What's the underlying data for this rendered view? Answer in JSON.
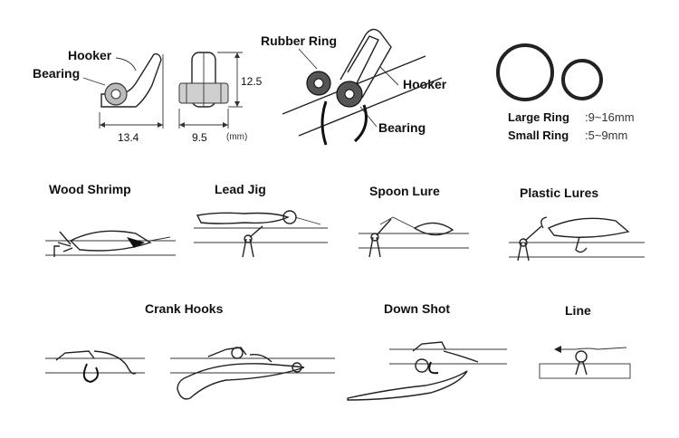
{
  "labels": {
    "hooker": "Hooker",
    "bearing": "Bearing",
    "rubber_ring": "Rubber Ring",
    "hooker_2": "Hooker",
    "bearing_2": "Bearing"
  },
  "dimensions": {
    "width": "13.4",
    "height": "12.5",
    "depth": "9.5",
    "unit": "(mm)"
  },
  "rings": {
    "large_label": "Large Ring",
    "large_range": ":9~16mm",
    "small_label": "Small Ring",
    "small_range": ":5~9mm"
  },
  "uses": [
    {
      "label": "Wood Shrimp"
    },
    {
      "label": "Lead Jig"
    },
    {
      "label": "Spoon Lure"
    },
    {
      "label": "Plastic Lures"
    },
    {
      "label": "Crank Hooks"
    },
    {
      "label": "Down Shot"
    },
    {
      "label": "Line"
    }
  ],
  "colors": {
    "ink": "#222222",
    "background": "#ffffff"
  }
}
